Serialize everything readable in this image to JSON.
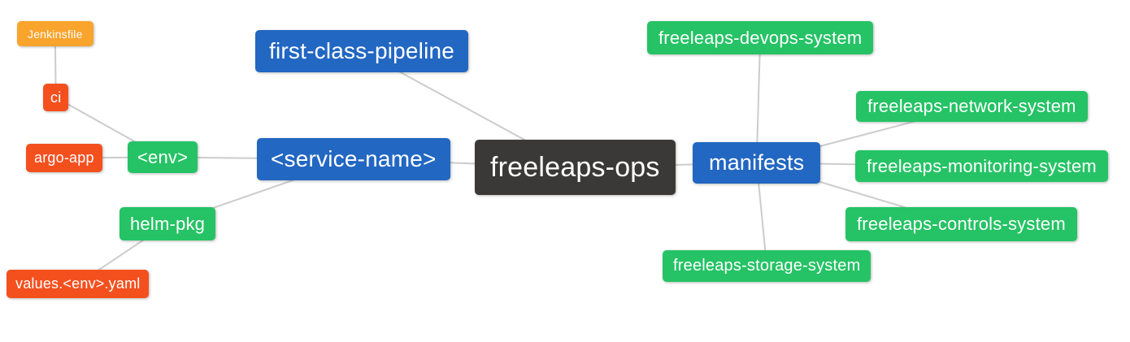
{
  "diagram": {
    "type": "mindmap",
    "root": "freeleaps-ops"
  },
  "nodes": {
    "jenkinsfile": {
      "label": "Jenkinsfile",
      "color": "orange"
    },
    "ci": {
      "label": "ci",
      "color": "red"
    },
    "argo_app": {
      "label": "argo-app",
      "color": "red"
    },
    "env": {
      "label": "<env>",
      "color": "green"
    },
    "helm_pkg": {
      "label": "helm-pkg",
      "color": "green"
    },
    "values_env_yaml": {
      "label": "values.<env>.yaml",
      "color": "red"
    },
    "first_class_pipeline": {
      "label": "first-class-pipeline",
      "color": "blue"
    },
    "service_name": {
      "label": "<service-name>",
      "color": "blue"
    },
    "freeleaps_ops": {
      "label": "freeleaps-ops",
      "color": "dark"
    },
    "manifests": {
      "label": "manifests",
      "color": "blue"
    },
    "devops_system": {
      "label": "freeleaps-devops-system",
      "color": "green"
    },
    "network_system": {
      "label": "freeleaps-network-system",
      "color": "green"
    },
    "monitoring_system": {
      "label": "freeleaps-monitoring-system",
      "color": "green"
    },
    "controls_system": {
      "label": "freeleaps-controls-system",
      "color": "green"
    },
    "storage_system": {
      "label": "freeleaps-storage-system",
      "color": "green"
    }
  },
  "edges": [
    [
      "jenkinsfile",
      "ci"
    ],
    [
      "ci",
      "env"
    ],
    [
      "argo_app",
      "env"
    ],
    [
      "env",
      "service_name"
    ],
    [
      "helm_pkg",
      "service_name"
    ],
    [
      "values_env_yaml",
      "helm_pkg"
    ],
    [
      "first_class_pipeline",
      "freeleaps_ops"
    ],
    [
      "service_name",
      "freeleaps_ops"
    ],
    [
      "freeleaps_ops",
      "manifests"
    ],
    [
      "manifests",
      "devops_system"
    ],
    [
      "manifests",
      "network_system"
    ],
    [
      "manifests",
      "monitoring_system"
    ],
    [
      "manifests",
      "controls_system"
    ],
    [
      "manifests",
      "storage_system"
    ]
  ],
  "colors": {
    "blue": "#2267C2",
    "green": "#25C365",
    "orange": "#F9A42C",
    "red": "#F4501E",
    "dark": "#3B3838",
    "edge": "#CCCCCC",
    "background": "#FFFFFF",
    "text": "#FFFFFF"
  }
}
